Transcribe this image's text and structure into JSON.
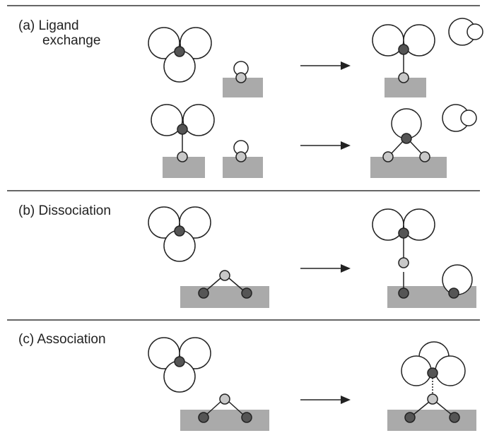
{
  "panels": {
    "a": {
      "label_line1": "(a) Ligand",
      "label_line2": "exchange"
    },
    "b": {
      "label": "(b) Dissociation"
    },
    "c": {
      "label": "(c) Association"
    }
  },
  "colors": {
    "surface": "#aaaaaa",
    "metal_atom": "#555555",
    "anchor_atom": "#c8c8c8",
    "ligand_fill": "#ffffff",
    "stroke": "#222222",
    "divider": "#333333"
  }
}
